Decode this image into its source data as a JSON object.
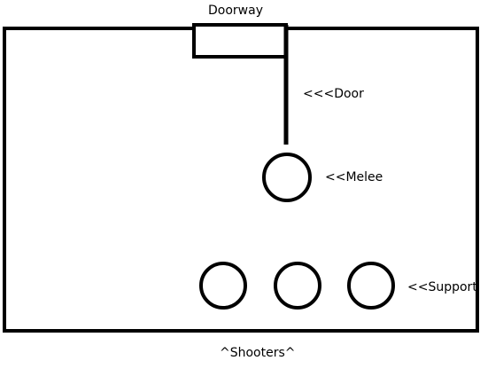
{
  "labels": {
    "doorway": "Doorway",
    "door": "<<<Door",
    "melee": "<<Melee",
    "support": "<<Support",
    "shooters": "^Shooters^"
  },
  "colors": {
    "background": "#ffffff",
    "stroke": "#000000"
  }
}
